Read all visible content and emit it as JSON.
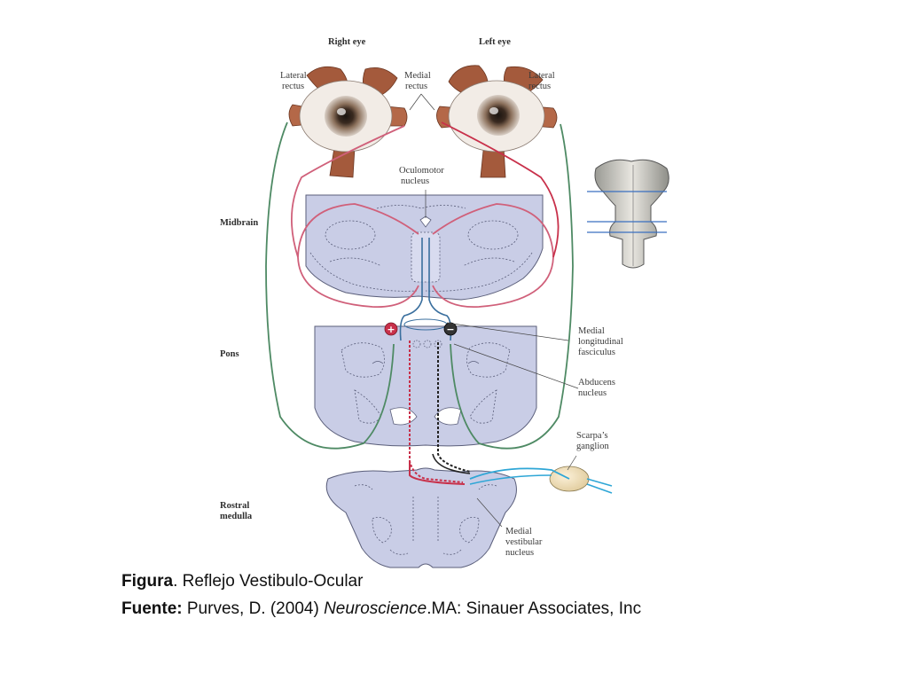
{
  "diagram": {
    "labels": {
      "right_eye": "Right eye",
      "left_eye": "Left eye",
      "lateral_rectus_left_1": "Lateral",
      "lateral_rectus_left_2": "rectus",
      "medial_rectus_1": "Medial",
      "medial_rectus_2": "rectus",
      "lateral_rectus_right_1": "Lateral",
      "lateral_rectus_right_2": "rectus",
      "oculomotor_1": "Oculomotor",
      "oculomotor_2": "nucleus",
      "midbrain": "Midbrain",
      "pons": "Pons",
      "rostral_medulla_1": "Rostral",
      "rostral_medulla_2": "medulla",
      "mlf_1": "Medial",
      "mlf_2": "longitudinal",
      "mlf_3": "fasciculus",
      "abducens_1": "Abducens",
      "abducens_2": "nucleus",
      "scarpa_1": "Scarpa’s",
      "scarpa_2": "ganglion",
      "mvn_1": "Medial",
      "mvn_2": "vestibular",
      "mvn_3": "nucleus"
    },
    "signs": {
      "excitatory": "+",
      "inhibitory": "−"
    },
    "colors": {
      "tissue": "#c9cde6",
      "tissue_edge": "#5a5e7a",
      "excitatory": "#c8304a",
      "excitatory_pink": "#d0607a",
      "green": "#4e8a64",
      "blue": "#3a6f9e",
      "cyan": "#2ea6d6",
      "black_path": "#222222",
      "muscle": "#a45a3c"
    }
  },
  "caption": {
    "line1_bold": "Figura",
    "line1_text": ". Reflejo Vestibulo-Ocular",
    "line2_bold": "Fuente:",
    "line2_text": " Purves, D. (2004) ",
    "line2_italic": "Neuroscience",
    "line2_tail": ".MA: Sinauer Associates, Inc"
  }
}
